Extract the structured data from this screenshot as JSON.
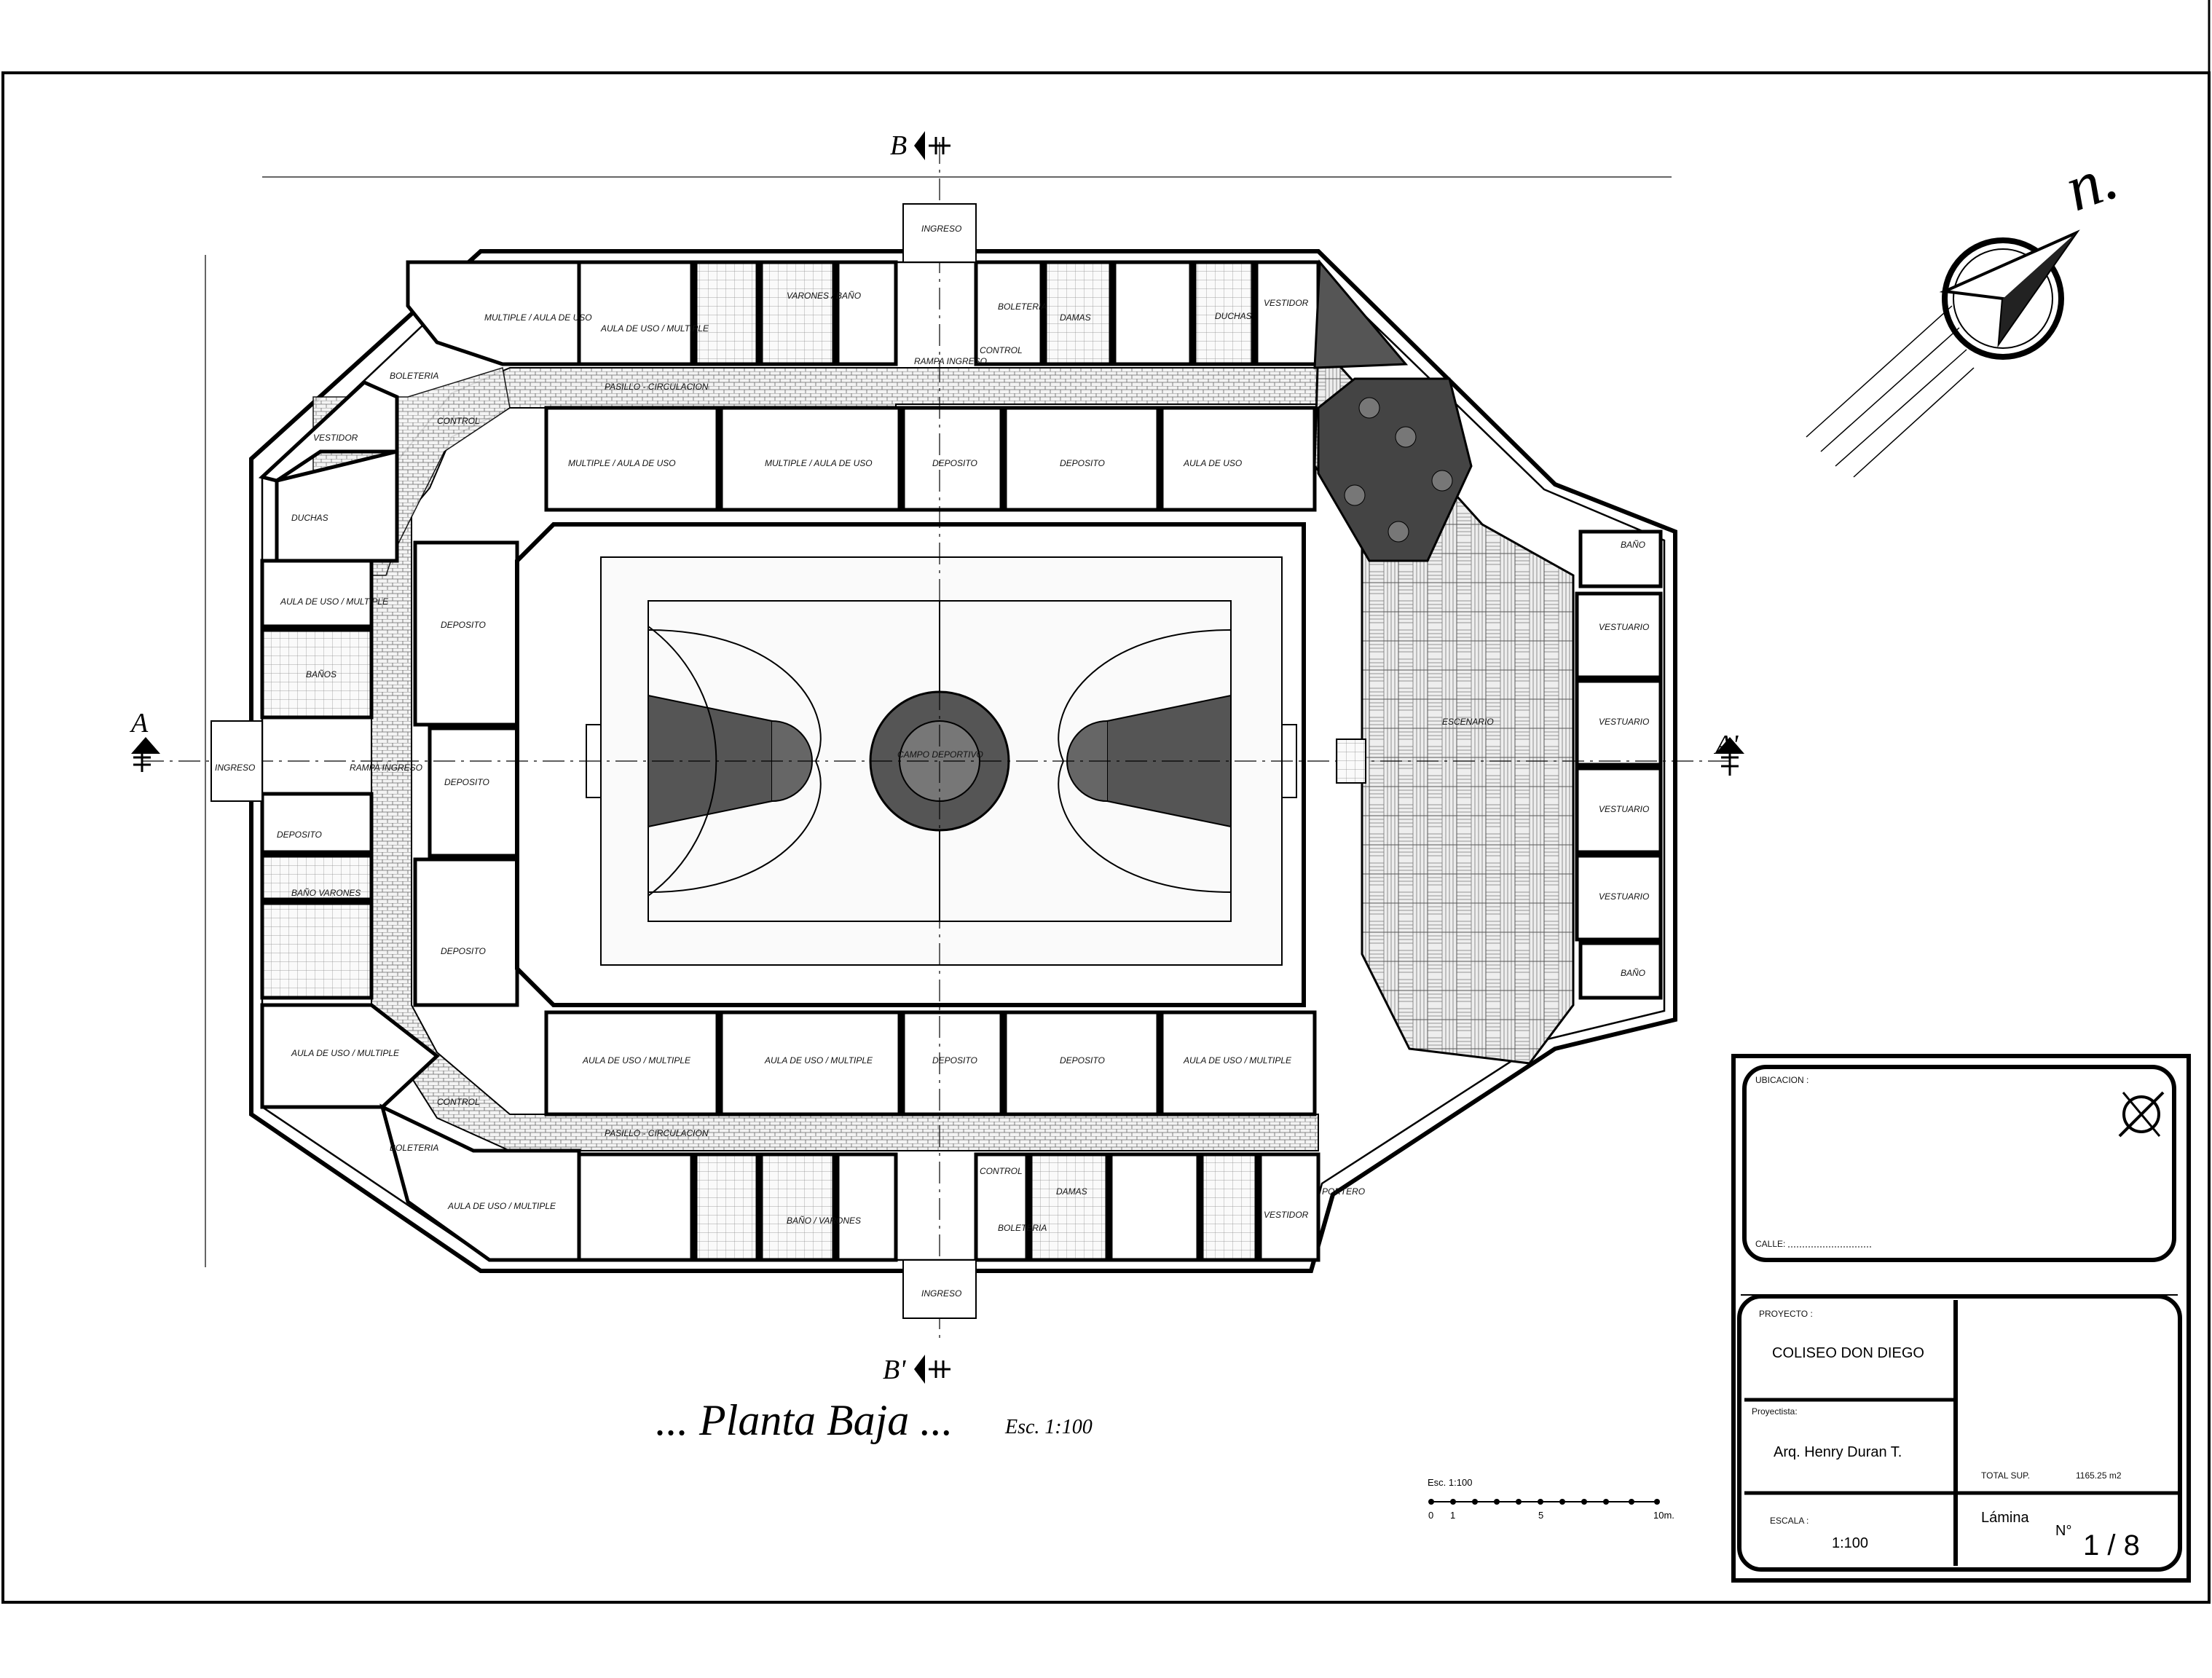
{
  "drawing": {
    "title": "... Planta Baja ...",
    "scale_text": "Esc. 1:100",
    "north_label": "n.",
    "section_marks": {
      "a": "A",
      "a_prime": "A'",
      "b": "B",
      "b_prime": "B'"
    }
  },
  "rooms": {
    "multiple_1": "MULTIPLE / AULA DE USO",
    "aula_1": "AULA DE USO / MULTIPLE",
    "aula_2": "MULTIPLE / AULA DE USO",
    "multiple_2": "MULTIPLE / AULA DE USO",
    "boleteria_nw": "BOLETERIA",
    "control_nw": "CONTROL",
    "vestidor_nw": "VESTIDOR",
    "duchas_w": "DUCHAS",
    "aula_w": "AULA DE USO / MULTIPLE",
    "banos_w": "BAÑOS",
    "ingreso_w": "INGRESO",
    "rampa_w": "RAMPA INGRESO",
    "deposito_w1": "DEPOSITO",
    "deposito_w2": "DEPOSITO",
    "deposito_w3": "DEPOSITO",
    "deposito_w4": "DEPOSITO",
    "banos_w2": "BAÑO VARONES",
    "aula_sw": "AULA DE USO / MULTIPLE",
    "control_sw": "CONTROL",
    "boleteria_sw": "BOLETERIA",
    "aula_sw2": "AULA DE USO / MULTIPLE",
    "deposito_n1": "DEPOSITO",
    "deposito_n2": "DEPOSITO",
    "varones_n": "VARONES / BAÑO",
    "ingreso_n": "INGRESO",
    "rampa_n": "RAMPA INGRESO",
    "control_n": "CONTROL",
    "boleteria_n": "BOLETERIA",
    "damas_n": "DAMAS",
    "aula_ne": "AULA DE USO",
    "vestidor_ne": "VESTIDOR",
    "duchas_ne": "DUCHAS",
    "deposito_s1": "DEPOSITO",
    "aula_s1": "AULA DE USO / MULTIPLE",
    "aula_s2": "AULA DE USO / MULTIPLE",
    "aula_s3": "AULA DE USO / MULTIPLE",
    "deposito_s2": "DEPOSITO",
    "ingreso_s": "INGRESO",
    "control_s": "CONTROL",
    "boleteria_s": "BOLETERIA",
    "vestidor_se": "VESTIDOR",
    "portero": "PORTERO",
    "banos_s": "BAÑO / VARONES",
    "damas_s": "DAMAS",
    "pasillo": "PASILLO - CIRCULACION",
    "campo": "CAMPO DEPORTIVO",
    "escenario": "ESCENARIO",
    "vestuario_1": "VESTUARIO",
    "vestuario_2": "VESTUARIO",
    "vestuario_3": "VESTUARIO",
    "vestuario_4": "VESTUARIO",
    "bano_e1": "BAÑO",
    "bano_e2": "BAÑO"
  },
  "scale_bar": {
    "label": "Esc. 1:100",
    "ticks": [
      "0",
      "1",
      "5",
      "10m."
    ]
  },
  "title_block": {
    "ubicacion_label": "UBICACION :",
    "calle_label": "CALLE:",
    "proyecto_label": "PROYECTO :",
    "proyecto_value": "COLISEO DON DIEGO",
    "proyectista_label": "Proyectista:",
    "proyectista_value": "Arq. Henry Duran T.",
    "total_label": "TOTAL SUP.",
    "total_value": "1165.25 m2",
    "escala_label": "ESCALA :",
    "escala_value": "1:100",
    "lamina_label": "Lámina",
    "numero_label": "N°",
    "lamina_value": "1 / 8"
  }
}
